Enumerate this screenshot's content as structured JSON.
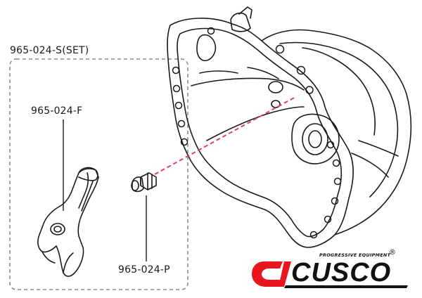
{
  "labels": {
    "set": "965-024-S(SET)",
    "fork": "965-024-F",
    "pivot": "965-024-P"
  },
  "brand": {
    "name": "CUSCO",
    "tagline": "PROGRESSIVE EQUIPMENT",
    "tagline_mark": "®"
  },
  "colors": {
    "line": "#1a1a1a",
    "dashed_guide": "#e0406e",
    "set_border": "#8c8c8c",
    "logo_red": "#e8171f",
    "logo_black": "#111111"
  }
}
